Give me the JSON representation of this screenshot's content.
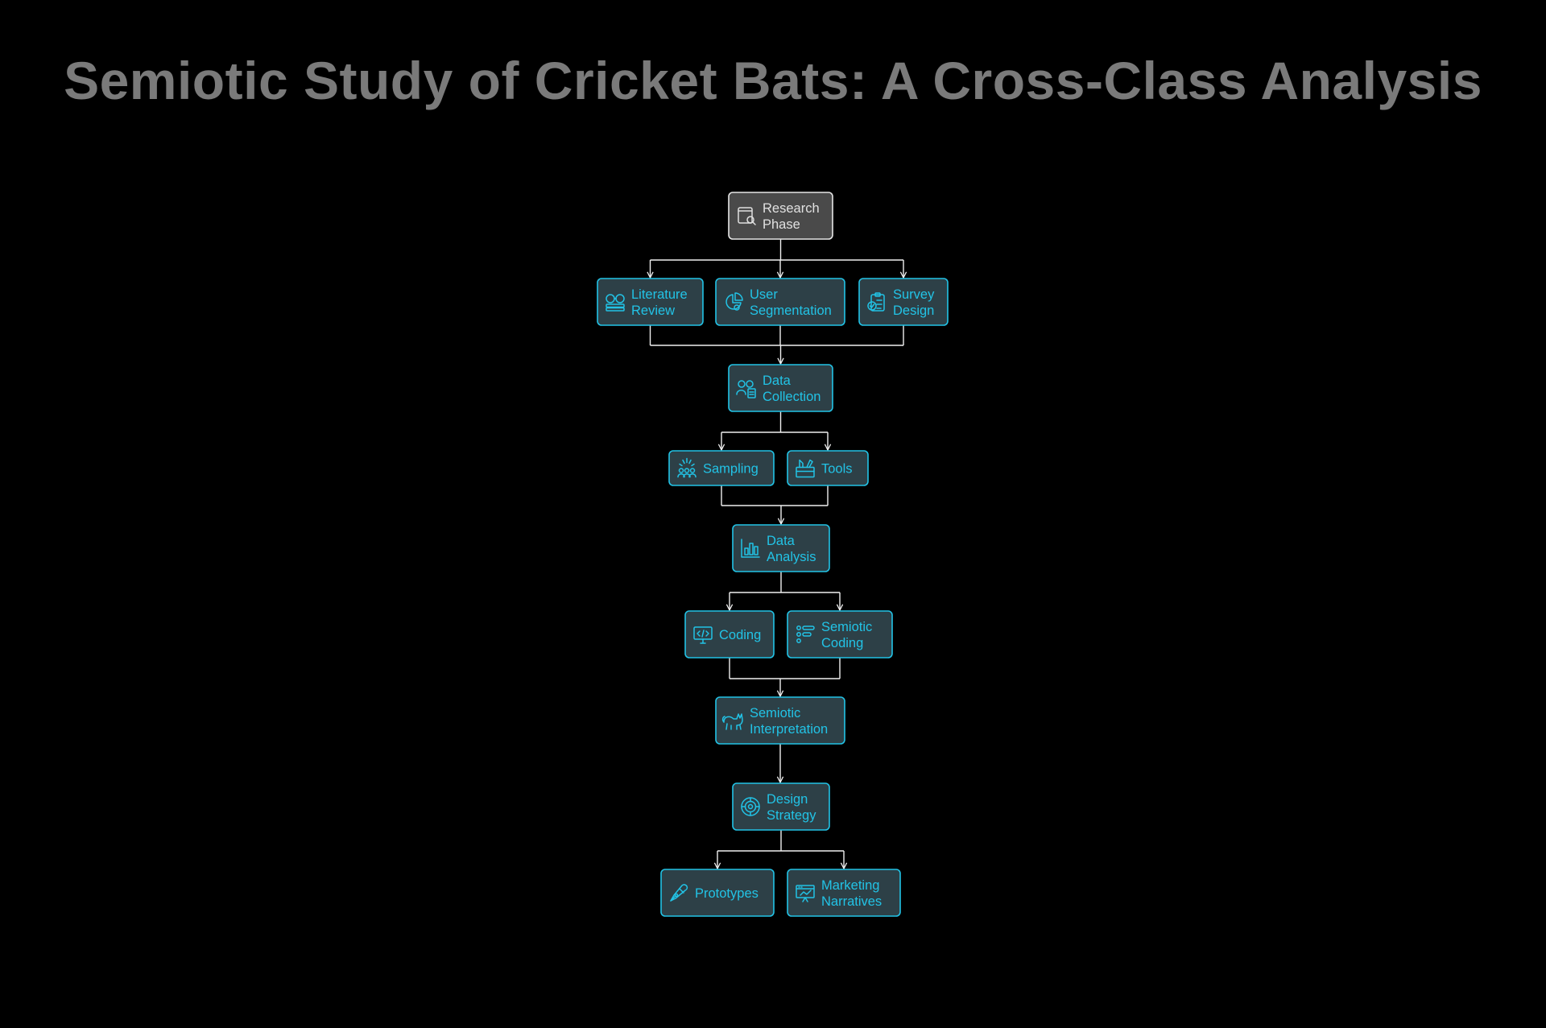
{
  "title": "Semiotic Study of Cricket Bats: A Cross-Class Analysis",
  "colors": {
    "background": "#000000",
    "title": "#7a7a7a",
    "node_fill": "#2d4047",
    "node_stroke": "#22c3e6",
    "node_text": "#22c3e6",
    "root_fill": "#4a4a4a",
    "root_stroke": "#e6e6e6",
    "root_text": "#e0e0e0",
    "edge": "#f0f0f0"
  },
  "nodes": {
    "research_phase": {
      "lines": [
        "Research",
        "Phase"
      ],
      "icon": "browser-search-icon"
    },
    "literature_review": {
      "lines": [
        "Literature",
        "Review"
      ],
      "icon": "glasses-books-icon"
    },
    "user_segmentation": {
      "lines": [
        "User",
        "Segmentation"
      ],
      "icon": "pie-segment-icon"
    },
    "survey_design": {
      "lines": [
        "Survey",
        "Design"
      ],
      "icon": "clipboard-check-icon"
    },
    "data_collection": {
      "lines": [
        "Data",
        "Collection"
      ],
      "icon": "users-document-icon"
    },
    "sampling": {
      "lines": [
        "Sampling"
      ],
      "icon": "people-sparkle-icon"
    },
    "tools": {
      "lines": [
        "Tools"
      ],
      "icon": "toolbox-icon"
    },
    "data_analysis": {
      "lines": [
        "Data",
        "Analysis"
      ],
      "icon": "bar-chart-icon"
    },
    "coding": {
      "lines": [
        "Coding"
      ],
      "icon": "code-monitor-icon"
    },
    "semiotic_coding": {
      "lines": [
        "Semiotic",
        "Coding"
      ],
      "icon": "list-icon"
    },
    "semiotic_interpretation": {
      "lines": [
        "Semiotic",
        "Interpretation"
      ],
      "icon": "cat-icon"
    },
    "design_strategy": {
      "lines": [
        "Design",
        "Strategy"
      ],
      "icon": "target-icon"
    },
    "prototypes": {
      "lines": [
        "Prototypes"
      ],
      "icon": "pen-tool-icon"
    },
    "marketing_narratives": {
      "lines": [
        "Marketing",
        "Narratives"
      ],
      "icon": "presentation-icon"
    }
  }
}
